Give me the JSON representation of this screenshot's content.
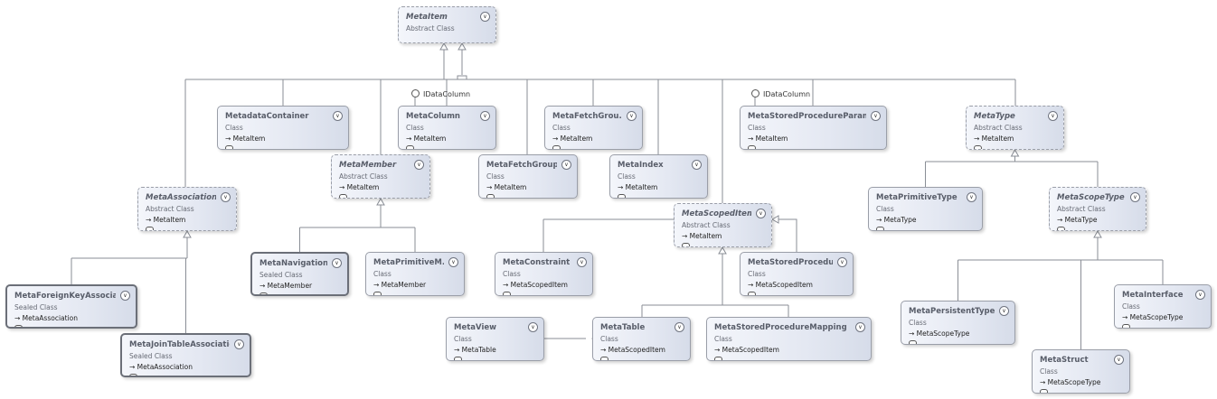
{
  "classes": [
    {
      "id": "MetaItem",
      "name": "MetaItem",
      "kind": "Abstract Class",
      "base": "",
      "style": "abstract"
    },
    {
      "id": "MetadataContainer",
      "name": "MetadataContainer",
      "kind": "Class",
      "base": "MetaItem",
      "style": "normal"
    },
    {
      "id": "MetaColumn",
      "name": "MetaColumn",
      "kind": "Class",
      "base": "MetaItem",
      "style": "normal"
    },
    {
      "id": "MetaFetchGroupItem",
      "name": "MetaFetchGrou...",
      "kind": "Class",
      "base": "MetaItem",
      "style": "normal"
    },
    {
      "id": "MetaStoredProcedureParameter",
      "name": "MetaStoredProcedureParam...",
      "kind": "Class",
      "base": "MetaItem",
      "style": "normal"
    },
    {
      "id": "MetaType",
      "name": "MetaType",
      "kind": "Abstract Class",
      "base": "MetaItem",
      "style": "abstract"
    },
    {
      "id": "MetaMember",
      "name": "MetaMember",
      "kind": "Abstract Class",
      "base": "MetaItem",
      "style": "abstract"
    },
    {
      "id": "MetaFetchGroup",
      "name": "MetaFetchGroup",
      "kind": "Class",
      "base": "MetaItem",
      "style": "normal"
    },
    {
      "id": "MetaIndex",
      "name": "MetaIndex",
      "kind": "Class",
      "base": "MetaItem",
      "style": "normal"
    },
    {
      "id": "MetaAssociation",
      "name": "MetaAssociation",
      "kind": "Abstract Class",
      "base": "MetaItem",
      "style": "abstract"
    },
    {
      "id": "MetaScopedItem",
      "name": "MetaScopedItem",
      "kind": "Abstract Class",
      "base": "MetaItem",
      "style": "abstract"
    },
    {
      "id": "MetaPrimitiveType",
      "name": "MetaPrimitiveType",
      "kind": "Class",
      "base": "MetaType",
      "style": "normal"
    },
    {
      "id": "MetaScopeType",
      "name": "MetaScopeType",
      "kind": "Abstract Class",
      "base": "MetaType",
      "style": "abstract"
    },
    {
      "id": "MetaNavigationMember",
      "name": "MetaNavigation...",
      "kind": "Sealed Class",
      "base": "MetaMember",
      "style": "sealed"
    },
    {
      "id": "MetaPrimitiveMember",
      "name": "MetaPrimitiveM...",
      "kind": "Class",
      "base": "MetaMember",
      "style": "normal"
    },
    {
      "id": "MetaConstraint",
      "name": "MetaConstraint",
      "kind": "Class",
      "base": "MetaScopedItem",
      "style": "normal"
    },
    {
      "id": "MetaStoredProcedure",
      "name": "MetaStoredProcedure",
      "kind": "Class",
      "base": "MetaScopedItem",
      "style": "normal"
    },
    {
      "id": "MetaForeignKeyAssociation",
      "name": "MetaForeignKeyAssocia...",
      "kind": "Sealed Class",
      "base": "MetaAssociation",
      "style": "sealed"
    },
    {
      "id": "MetaJoinTableAssociation",
      "name": "MetaJoinTableAssociation",
      "kind": "Sealed Class",
      "base": "MetaAssociation",
      "style": "sealed"
    },
    {
      "id": "MetaPersistentType",
      "name": "MetaPersistentType",
      "kind": "Class",
      "base": "MetaScopeType",
      "style": "normal"
    },
    {
      "id": "MetaInterface",
      "name": "MetaInterface",
      "kind": "Class",
      "base": "MetaScopeType",
      "style": "normal"
    },
    {
      "id": "MetaView",
      "name": "MetaView",
      "kind": "Class",
      "base": "MetaTable",
      "style": "normal"
    },
    {
      "id": "MetaTable",
      "name": "MetaTable",
      "kind": "Class",
      "base": "MetaScopedItem",
      "style": "normal"
    },
    {
      "id": "MetaStoredProcedureMapping",
      "name": "MetaStoredProcedureMapping",
      "kind": "Class",
      "base": "MetaScopedItem",
      "style": "normal"
    },
    {
      "id": "MetaStruct",
      "name": "MetaStruct",
      "kind": "Class",
      "base": "MetaScopeType",
      "style": "normal"
    }
  ],
  "interfaces": [
    {
      "id": "iface-column",
      "label": "IDataColumn"
    },
    {
      "id": "iface-param",
      "label": "IDataColumn"
    }
  ],
  "colors": {
    "line": "#8a8e96",
    "border": "#9a9ea8",
    "title": "#585d69"
  },
  "icons": {
    "toggle": "chevron-double-down-icon",
    "base_arrow": "inheritance-arrow-icon",
    "pill": "collapse-pill-icon",
    "interface": "interface-lollipop-icon"
  }
}
